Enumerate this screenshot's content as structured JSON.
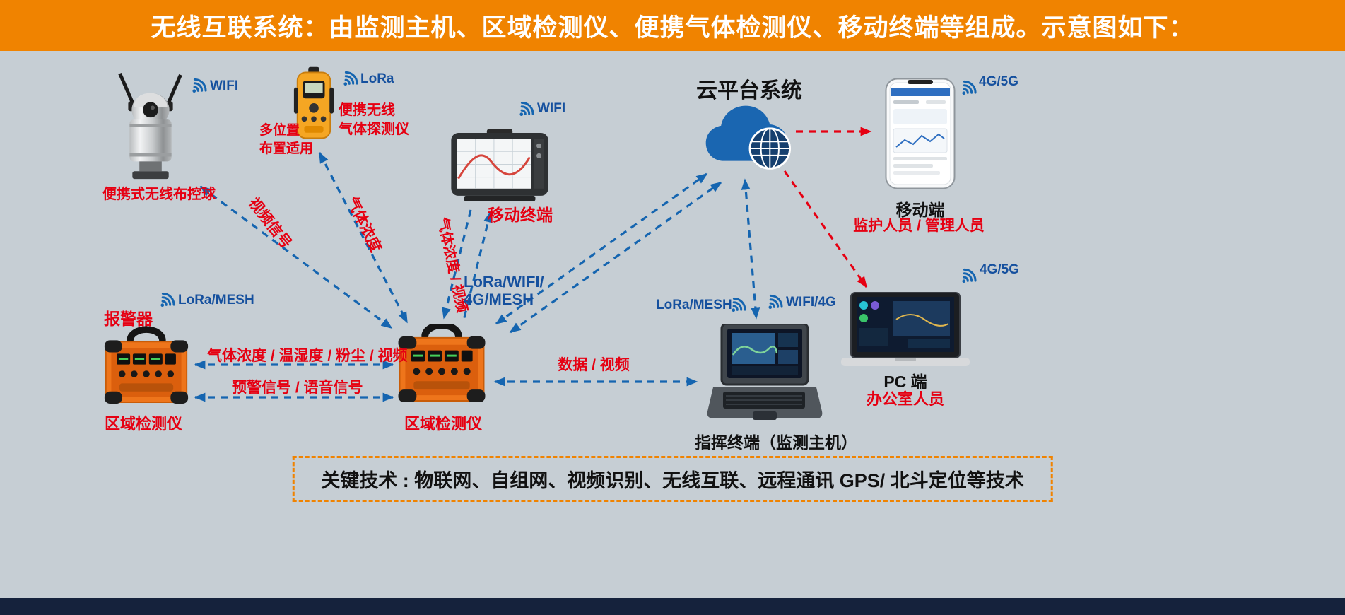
{
  "header": {
    "title": "无线互联系统：由监测主机、区域检测仪、便携气体检测仪、移动终端等组成。示意图如下："
  },
  "colors": {
    "accent_orange": "#f08300",
    "label_red": "#e60012",
    "signal_blue": "#15509e",
    "arrow_blue": "#1565b0",
    "arrow_red": "#e60012",
    "background": "#c6ced4"
  },
  "nodes": {
    "control_ball": {
      "label": "便携式无线布控球",
      "signal": "WIFI"
    },
    "gas_detector": {
      "signal": "LoRa",
      "label_line1": "便携无线",
      "label_line2": "气体探测仪",
      "note_line1": "多位置",
      "note_line2": "布置适用"
    },
    "mobile_terminal": {
      "label": "移动终端",
      "signal": "WIFI"
    },
    "cloud": {
      "label": "云平台系统"
    },
    "mobile_phone": {
      "label": "移动端",
      "sublabel": "监护人员 / 管理人员",
      "signal": "4G/5G"
    },
    "pc": {
      "label": "PC 端",
      "sublabel": "办公室人员",
      "signal": "4G/5G"
    },
    "alarm": {
      "title": "报警器",
      "signal": "LoRa/MESH",
      "label": "区域检测仪"
    },
    "area_detector": {
      "label": "区域检测仪"
    },
    "command_terminal": {
      "label": "指挥终端（监测主机）",
      "signal_left": "LoRa/MESH",
      "signal_right": "WIFI/4G"
    }
  },
  "edges": {
    "video_signal": "视频信号",
    "gas_concentration": "气体浓度",
    "gas_video": "气体浓度 / 视频",
    "mesh_line1": "LoRa/WIFI/",
    "mesh_line2": "4G/MESH",
    "sensor_bundle": "气体浓度 / 温湿度 / 粉尘 / 视频",
    "warning": "预警信号 / 语音信号",
    "data_video": "数据 / 视频"
  },
  "footer": {
    "text": "关键技术 : 物联网、自组网、视频识别、无线互联、远程通讯 GPS/ 北斗定位等技术"
  }
}
